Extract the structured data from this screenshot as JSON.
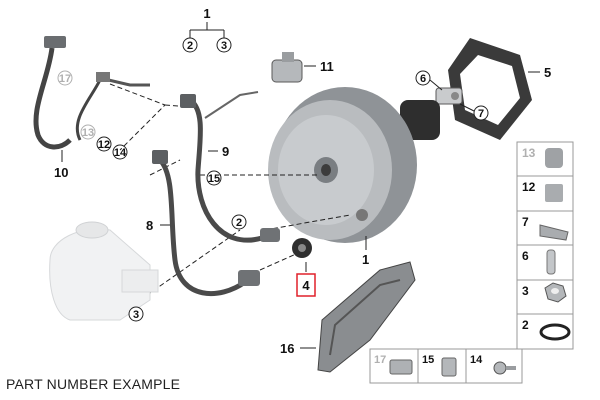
{
  "footer": {
    "label": "PART NUMBER EXAMPLE"
  },
  "callouts": {
    "1_top": "1",
    "2_top": "2",
    "3_top": "3",
    "5": "5",
    "6": "6",
    "7": "7",
    "11": "11",
    "17": "17",
    "12": "12",
    "13": "13",
    "14": "14",
    "10": "10",
    "9": "9",
    "15": "15",
    "8": "8",
    "2": "2",
    "1": "1",
    "4": "4",
    "3": "3",
    "16": "16"
  },
  "side_panel": {
    "items": [
      "13",
      "12",
      "7",
      "6",
      "3",
      "2"
    ]
  },
  "bottom_panel": {
    "items": [
      "17",
      "15",
      "14"
    ]
  },
  "colors": {
    "highlight": "#e0202a",
    "grey_label": "#b0b0b0",
    "part_fill": "#b9bcbf"
  }
}
